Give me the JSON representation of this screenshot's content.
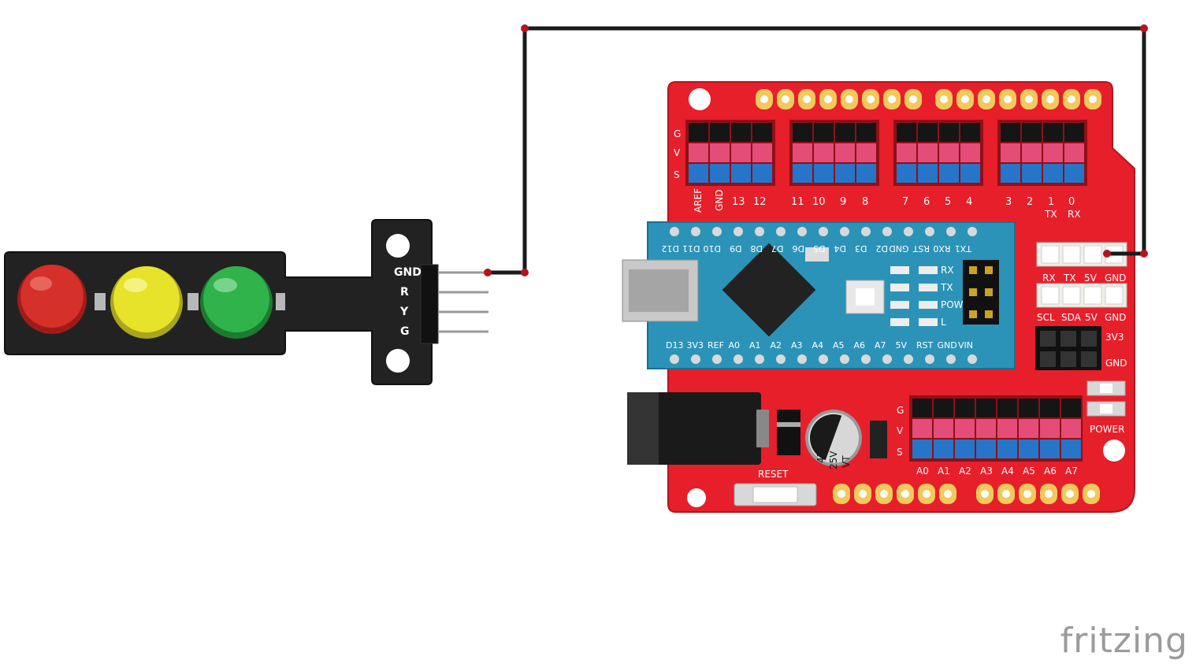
{
  "traffic_light": {
    "pins": [
      "GND",
      "R",
      "Y",
      "G"
    ],
    "led_colors": [
      "#d6302a",
      "#e6e32a",
      "#2fb34a"
    ]
  },
  "shield": {
    "side_labels": [
      "G",
      "V",
      "S"
    ],
    "top_digital_labels": [
      "AREF",
      "GND",
      "13",
      "12",
      "11",
      "10",
      "9",
      "8",
      "7",
      "6",
      "5",
      "4",
      "3",
      "2",
      "1",
      "0"
    ],
    "tx_rx": [
      "TX",
      "RX"
    ],
    "uart_header": [
      "RX",
      "TX",
      "5V",
      "GND"
    ],
    "i2c_header": [
      "SCL",
      "SDA",
      "5V",
      "GND"
    ],
    "power_rails": [
      "3V3",
      "GND"
    ],
    "power_label": "POWER",
    "reset_label": "RESET",
    "analog_labels": [
      "A0",
      "A1",
      "A2",
      "A3",
      "A4",
      "A5",
      "A6",
      "A7"
    ],
    "capacitor_lines": [
      "47",
      "25V",
      "VT"
    ]
  },
  "nano": {
    "top_pins": [
      "D12",
      "D11",
      "D10",
      "D9",
      "D8",
      "D7",
      "D6",
      "D5",
      "D4",
      "D3",
      "D2",
      "GND",
      "RST",
      "RX0",
      "TX1"
    ],
    "bottom_pins": [
      "D13",
      "3V3",
      "REF",
      "A0",
      "A1",
      "A2",
      "A3",
      "A4",
      "A5",
      "A6",
      "A7",
      "5V",
      "RST",
      "GND",
      "VIN"
    ],
    "leds": [
      "RX",
      "TX",
      "POW",
      "L"
    ]
  },
  "wire_color": "#1a1a1a",
  "brand": "fritzing"
}
